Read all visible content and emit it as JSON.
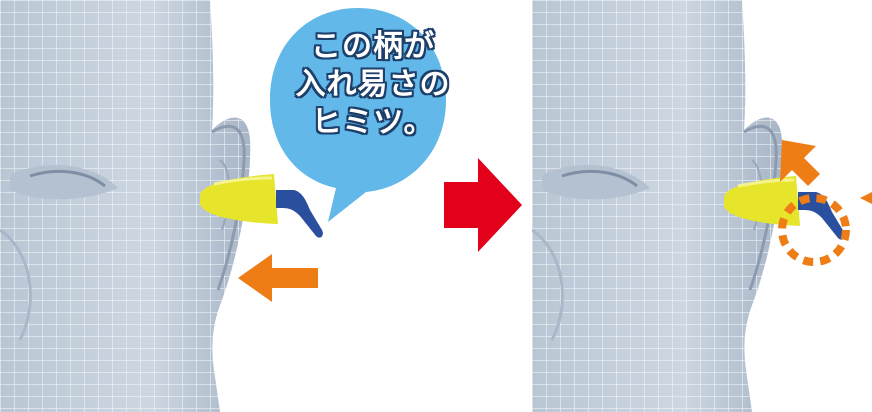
{
  "bubble": {
    "line1": "この柄が",
    "line2": "入れ易さの",
    "line3": "ヒミツ。"
  },
  "colors": {
    "background": "#ffffff",
    "face_fill": "#c9d4e0",
    "face_mesh": "#eef2f6",
    "bubble": "#62b8e8",
    "bubble_text": "#ffffff",
    "bubble_text_outline": "#1d3f6b",
    "earplug_foam": "#e6e52c",
    "earplug_stem": "#2a4f9e",
    "push_arrow": "#ee7d16",
    "transition_arrow": "#e2001a"
  },
  "icons": [
    "earplug-icon",
    "push-arrow-icon",
    "rotation-arrow-icon",
    "next-step-arrow-icon"
  ]
}
